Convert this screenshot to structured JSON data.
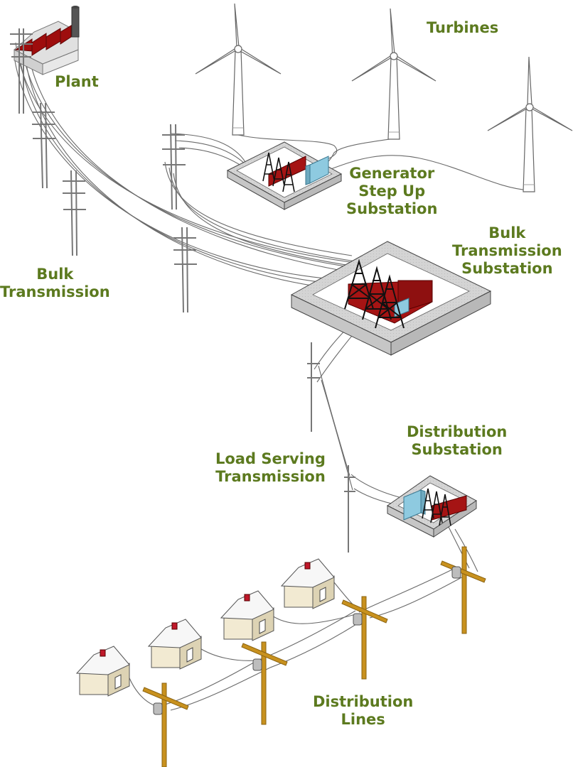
{
  "colors": {
    "label": "#5c7a1f",
    "plant_roof": "#9e0d0d",
    "wood_pole": "#c8911e",
    "substation_wall": "#d2d2d2",
    "house_wall": "#f2ead2",
    "transformer_blue": "#8ecae0"
  },
  "labels": {
    "turbines": [
      "Turbines"
    ],
    "plant": [
      "Plant"
    ],
    "generator_step_up": [
      "Generator",
      "Step Up",
      "Substation"
    ],
    "bulk_transmission_substation": [
      "Bulk",
      "Transmission",
      "Substation"
    ],
    "bulk_transmission": [
      "Bulk",
      "Transmission"
    ],
    "distribution_substation": [
      "Distribution",
      "Substation"
    ],
    "load_serving_transmission": [
      "Load Serving",
      "Transmission"
    ],
    "distribution_lines": [
      "Distribution",
      "Lines"
    ]
  },
  "icons": [
    "wind-turbine-icon",
    "power-plant-icon",
    "substation-icon",
    "transmission-tower-icon",
    "utility-pole-icon",
    "house-icon"
  ]
}
